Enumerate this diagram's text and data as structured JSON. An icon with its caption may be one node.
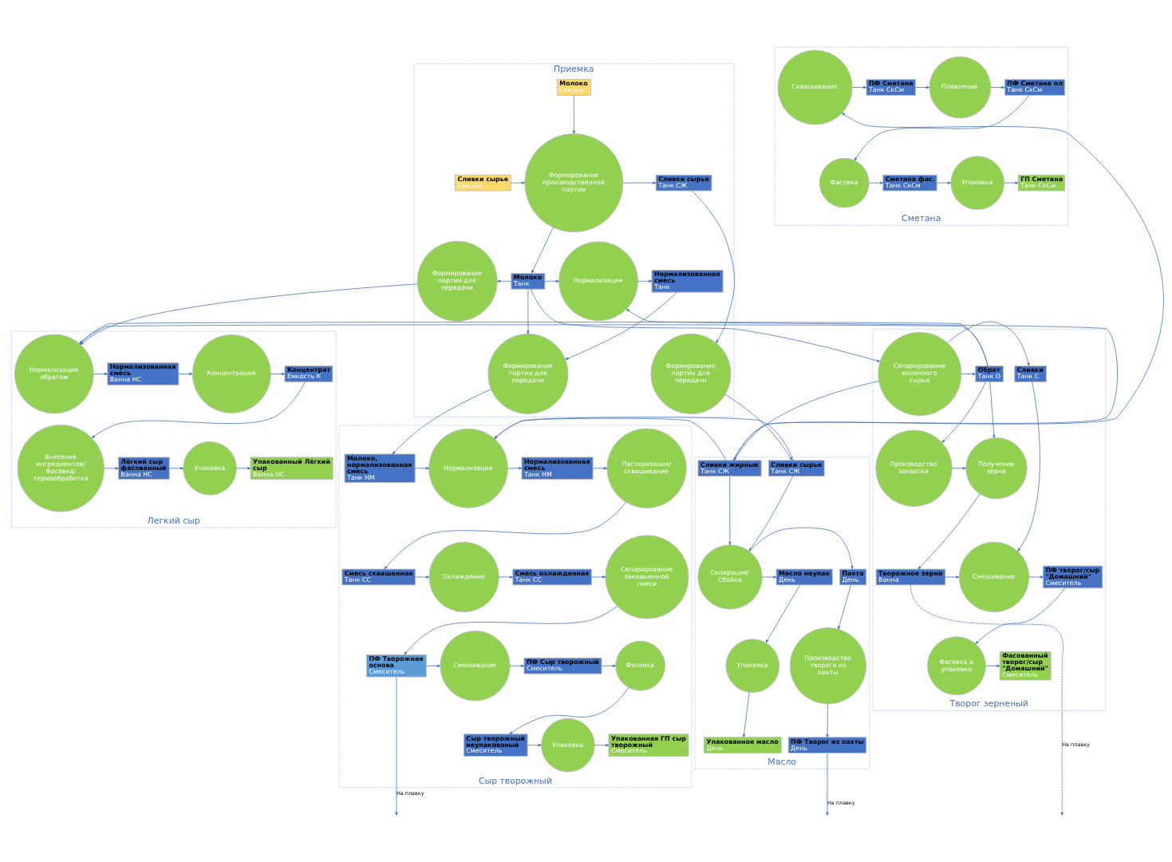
{
  "diagram": {
    "nodes": [
      {
        "text": [
          "Приемка"
        ]
      },
      {
        "text": [
          "Формирование партии для передачи"
        ],
        "in": 0
      },
      {
        "text": [
          "Формирование партии для передачи"
        ],
        "in": 0
      },
      {
        "text": [
          "Нормализованная смесь",
          "Танк"
        ],
        "in": 0
      },
      {
        "text": [
          "Сливки сырье",
          "Танк СЖ"
        ],
        "in": 0
      },
      {
        "text": [
          "Нормализация"
        ],
        "in": 0
      },
      {
        "text": [
          "Формирование производственной партии"
        ],
        "in": 0
      },
      {
        "text": [
          "Молоко",
          "Танк"
        ],
        "in": 0
      },
      {
        "text": [
          "Сливки сырье",
          "Секция"
        ],
        "in": 0
      },
      {
        "text": [
          "Молоко",
          "Секция"
        ],
        "in": 0
      },
      {
        "text": [
          "Формирование партии для передачи"
        ],
        "in": 0
      },
      {
        "text": [
          "Сыр творожный"
        ]
      },
      {
        "text": [
          "Молоко, нормализованная смесь",
          "Танк НМ"
        ],
        "in": 11
      },
      {
        "text": [
          "Нормализация"
        ],
        "in": 11
      },
      {
        "text": [
          "Нормализованная смесь",
          "Танк НМ"
        ],
        "in": 11
      },
      {
        "text": [
          "Пастеризация/ сквашивание"
        ],
        "in": 11
      },
      {
        "text": [
          "Смесь сквашенная",
          "Танк СС"
        ],
        "in": 11
      },
      {
        "text": [
          "Охлаждение"
        ],
        "in": 11
      },
      {
        "text": [
          "Смесь охлажденная",
          "Танк СС"
        ],
        "in": 11
      },
      {
        "text": [
          "Сепарирование заквашенной смеси"
        ],
        "in": 11
      },
      {
        "text": [
          "ПФ Творожная основа",
          "Смеситель"
        ],
        "in": 11
      },
      {
        "text": [
          "Смешивание"
        ],
        "in": 11
      },
      {
        "text": [
          "ПФ Сыр творожный",
          "Смеситель"
        ],
        "in": 11
      },
      {
        "text": [
          "Фасовка"
        ],
        "in": 11
      },
      {
        "text": [
          "Сыр творожный неупакованый",
          "Смеситель"
        ],
        "in": 11
      },
      {
        "text": [
          "Упаковка"
        ],
        "in": 11
      },
      {
        "text": [
          "Упакованная ГП сыр творожный",
          "Смеситель"
        ],
        "in": 11
      },
      {
        "text": [
          "Масло"
        ]
      },
      {
        "text": [
          "Сливки сырье",
          "Танк СЖ"
        ],
        "in": 27
      },
      {
        "text": [
          "Сливки жирные",
          "Танк СЖ"
        ],
        "in": 27
      },
      {
        "text": [
          "Сепарация/ Сбойка"
        ],
        "in": 27
      },
      {
        "text": [
          "Пахта",
          "День"
        ],
        "in": 27
      },
      {
        "text": [
          "Масло неупак",
          "День"
        ],
        "in": 27
      },
      {
        "text": [
          "Производство творога из пахты"
        ],
        "in": 27
      },
      {
        "text": [
          "Упаковка"
        ],
        "in": 27
      },
      {
        "text": [
          "ПФ Творог из пахты",
          "День"
        ],
        "in": 27
      },
      {
        "text": [
          "Упакованное масло",
          "День"
        ],
        "in": 27
      },
      {
        "text": [
          "Сметана"
        ]
      },
      {
        "text": [
          "Сквашивание"
        ],
        "in": 37
      },
      {
        "text": [
          "ПФ Сметана",
          "Танк СкСм"
        ],
        "in": 37
      },
      {
        "text": [
          "Плавление"
        ],
        "in": 37
      },
      {
        "text": [
          "ПФ Сметана пл",
          "Танк СкСм"
        ],
        "in": 37
      },
      {
        "text": [
          "Фасовка"
        ],
        "in": 37
      },
      {
        "text": [
          "Сметана фас.",
          "Танк СкСм"
        ],
        "in": 37
      },
      {
        "text": [
          "Упаковка"
        ],
        "in": 37
      },
      {
        "text": [
          "ГП Сметана",
          "Танк СкСм"
        ],
        "in": 37
      },
      {
        "text": [
          "Творог зерненый"
        ]
      },
      {
        "text": [
          "Сепарирование молочного сырья"
        ],
        "in": 46
      },
      {
        "text": [
          "Обрат",
          "Танк О"
        ],
        "in": 46
      },
      {
        "text": [
          "Сливки",
          "Танк С"
        ],
        "in": 46
      },
      {
        "text": [
          "Получение зерна"
        ],
        "in": 46
      },
      {
        "text": [
          "Производство закваски"
        ],
        "in": 46
      },
      {
        "text": [
          "Смешивание"
        ],
        "in": 46
      },
      {
        "text": [
          "Творожное зерно",
          "Ванна"
        ],
        "in": 46
      },
      {
        "text": [
          "ПФ творог/сыр \"Домашний\"",
          "Смеситель"
        ],
        "in": 46
      },
      {
        "text": [
          "Фасовка и упаковка"
        ],
        "in": 46
      },
      {
        "text": [
          "Фасованный творог/сыр \"Домашний\"",
          "Смеситель"
        ],
        "in": 46
      },
      {
        "text": [
          "Легкий сыр"
        ]
      },
      {
        "text": [
          "Нормализация обратом"
        ],
        "in": 57
      },
      {
        "text": [
          "Нормализованная смесь",
          "Ванна НС"
        ],
        "in": 57
      },
      {
        "text": [
          "Концентрация"
        ],
        "in": 57
      },
      {
        "text": [
          "Концентрат",
          "Емкость К"
        ],
        "in": 57
      },
      {
        "text": [
          "Внесение ингредиентов/ Фасовка/ термообработка"
        ],
        "in": 57
      },
      {
        "text": [
          "Лёгкий сыр фасованный",
          "Ванна НС"
        ],
        "in": 57
      },
      {
        "text": [
          "Упаковка"
        ],
        "in": 57
      },
      {
        "text": [
          "Упакованный Лёгкий сыр",
          "Ванна НС"
        ],
        "in": 57
      }
    ],
    "edges": [
      {
        "from": 8,
        "to": 6,
        "arrow": "to"
      },
      {
        "from": 9,
        "to": 6,
        "arrow": "to"
      },
      {
        "from": 6,
        "to": 4,
        "arrow": "to"
      },
      {
        "from": 6,
        "to": 7,
        "arrow": "to"
      },
      {
        "from": 4,
        "to": 1,
        "arrow": "to"
      },
      {
        "from": 7,
        "to": 2,
        "arrow": "to"
      },
      {
        "from": 7,
        "to": 5,
        "arrow": "to"
      },
      {
        "from": 5,
        "to": 3,
        "arrow": "to"
      },
      {
        "from": 3,
        "to": 2,
        "arrow": "to"
      },
      {
        "from": 7,
        "to": 10,
        "arrow": "to"
      },
      {
        "from": 2,
        "to": 12,
        "arrow": "to"
      },
      {
        "from": 1,
        "to": 28,
        "arrow": "to"
      },
      {
        "from": 12,
        "to": 13,
        "arrow": "to"
      },
      {
        "from": 13,
        "to": 14,
        "arrow": "to"
      },
      {
        "from": 14,
        "to": 15,
        "arrow": "to"
      },
      {
        "from": 15,
        "to": 16,
        "arrow": "to"
      },
      {
        "from": 16,
        "to": 17,
        "arrow": "to"
      },
      {
        "from": 17,
        "to": 18,
        "arrow": "to"
      },
      {
        "from": 18,
        "to": 19,
        "arrow": "to"
      },
      {
        "from": 19,
        "to": 20,
        "arrow": "to"
      },
      {
        "from": 20,
        "to": null,
        "arrow": "to",
        "label": "На плавку"
      },
      {
        "from": 20,
        "to": 21,
        "arrow": "to"
      },
      {
        "from": 21,
        "to": 22,
        "arrow": "to"
      },
      {
        "from": 22,
        "to": 23,
        "arrow": "to"
      },
      {
        "from": 23,
        "to": 24,
        "arrow": "to"
      },
      {
        "from": 24,
        "to": 25,
        "arrow": "to"
      },
      {
        "from": 25,
        "to": 26,
        "arrow": "to"
      },
      {
        "from": 28,
        "to": 13,
        "arrow": "to"
      },
      {
        "from": 29,
        "to": 13,
        "arrow": "to"
      },
      {
        "from": 29,
        "to": 5,
        "arrow": "to"
      },
      {
        "from": 28,
        "to": 30,
        "arrow": "to"
      },
      {
        "from": 29,
        "to": 30,
        "arrow": "to"
      },
      {
        "from": 29,
        "to": 38,
        "arrow": "to"
      },
      {
        "from": 30,
        "to": 31,
        "arrow": "to"
      },
      {
        "from": 30,
        "to": 32,
        "arrow": "to"
      },
      {
        "from": 31,
        "to": 33,
        "arrow": "to"
      },
      {
        "from": 33,
        "to": 35,
        "arrow": "to"
      },
      {
        "from": 35,
        "to": null,
        "arrow": "to",
        "label": "На плавку"
      },
      {
        "from": 32,
        "to": 34,
        "arrow": "to"
      },
      {
        "from": 34,
        "to": 36,
        "arrow": "to"
      },
      {
        "from": 38,
        "to": 39,
        "arrow": "to"
      },
      {
        "from": 39,
        "to": 40,
        "arrow": "to"
      },
      {
        "from": 40,
        "to": 41,
        "arrow": "to"
      },
      {
        "from": 41,
        "to": 42,
        "arrow": "to"
      },
      {
        "from": 42,
        "to": 43,
        "arrow": "to"
      },
      {
        "from": 43,
        "to": 44,
        "arrow": "to"
      },
      {
        "from": 44,
        "to": 45,
        "arrow": "to"
      },
      {
        "from": 7,
        "to": 47,
        "arrow": "to"
      },
      {
        "from": 47,
        "to": 29,
        "arrow": "to"
      },
      {
        "from": 47,
        "to": 48,
        "arrow": "to"
      },
      {
        "from": 47,
        "to": 49,
        "arrow": "to"
      },
      {
        "from": 48,
        "to": 50,
        "arrow": "to"
      },
      {
        "from": 48,
        "to": 51,
        "arrow": "to"
      },
      {
        "from": 51,
        "to": 50,
        "arrow": "to"
      },
      {
        "from": 50,
        "to": 53,
        "arrow": "to"
      },
      {
        "from": 53,
        "to": 52,
        "arrow": "to"
      },
      {
        "from": 49,
        "to": 52,
        "arrow": "to"
      },
      {
        "from": 53,
        "to": null,
        "arrow": "to",
        "label": "На плавку",
        "style": "dashed"
      },
      {
        "from": 52,
        "to": 54,
        "arrow": "to"
      },
      {
        "from": 54,
        "to": 55,
        "arrow": "to"
      },
      {
        "from": 55,
        "to": 56,
        "arrow": "to"
      },
      {
        "from": 10,
        "to": 58,
        "arrow": "to"
      },
      {
        "from": 48,
        "to": 58,
        "arrow": "to"
      },
      {
        "from": 58,
        "to": 59,
        "arrow": "to"
      },
      {
        "from": 59,
        "to": 60,
        "arrow": "to"
      },
      {
        "from": 60,
        "to": 61,
        "arrow": "to"
      },
      {
        "from": 61,
        "to": 62,
        "arrow": "to"
      },
      {
        "from": 62,
        "to": 63,
        "arrow": "to"
      },
      {
        "from": 63,
        "to": 64,
        "arrow": "to"
      },
      {
        "from": 64,
        "to": 65,
        "arrow": "to"
      }
    ]
  }
}
